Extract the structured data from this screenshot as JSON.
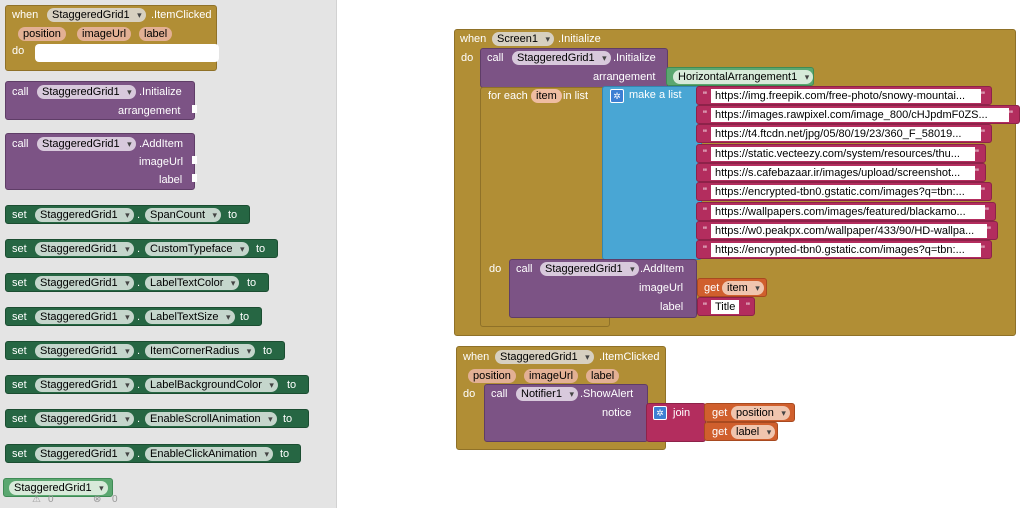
{
  "flyout": {
    "item_clicked": {
      "when": "when",
      "component": "StaggeredGrid1",
      "event": ".ItemClicked",
      "params": [
        "position",
        "imageUrl",
        "label"
      ],
      "do": "do"
    },
    "call_initialize": {
      "call": "call",
      "component": "StaggeredGrid1",
      "method": ".Initialize",
      "arg": "arrangement"
    },
    "call_additem": {
      "call": "call",
      "component": "StaggeredGrid1",
      "method": ".AddItem",
      "args": [
        "imageUrl",
        "label"
      ]
    },
    "setters": [
      {
        "set": "set",
        "component": "StaggeredGrid1",
        "property": "SpanCount",
        "to": "to"
      },
      {
        "set": "set",
        "component": "StaggeredGrid1",
        "property": "CustomTypeface",
        "to": "to"
      },
      {
        "set": "set",
        "component": "StaggeredGrid1",
        "property": "LabelTextColor",
        "to": "to"
      },
      {
        "set": "set",
        "component": "StaggeredGrid1",
        "property": "LabelTextSize",
        "to": "to"
      },
      {
        "set": "set",
        "component": "StaggeredGrid1",
        "property": "ItemCornerRadius",
        "to": "to"
      },
      {
        "set": "set",
        "component": "StaggeredGrid1",
        "property": "LabelBackgroundColor",
        "to": "to"
      },
      {
        "set": "set",
        "component": "StaggeredGrid1",
        "property": "EnableScrollAnimation",
        "to": "to"
      },
      {
        "set": "set",
        "component": "StaggeredGrid1",
        "property": "EnableClickAnimation",
        "to": "to"
      }
    ],
    "component_block": "StaggeredGrid1",
    "warnings": "0",
    "errors": "0"
  },
  "workspace": {
    "screen_init": {
      "when": "when",
      "component": "Screen1",
      "event": ".Initialize",
      "do": "do",
      "call": "call",
      "call_component": "StaggeredGrid1",
      "call_method": ".Initialize",
      "arg": "arrangement",
      "arg_value": "HorizontalArrangement1",
      "foreach": "for each",
      "var": "item",
      "in_list": "in list",
      "make_list": "make a list",
      "urls": [
        "https://img.freepik.com/free-photo/snowy-mountai...",
        "https://images.rawpixel.com/image_800/cHJpdmF0ZS...",
        "https://t4.ftcdn.net/jpg/05/80/19/23/360_F_58019...",
        "https://static.vecteezy.com/system/resources/thu...",
        "https://s.cafebazaar.ir/images/upload/screenshot...",
        "https://encrypted-tbn0.gstatic.com/images?q=tbn:...",
        "https://wallpapers.com/images/featured/blackamo...",
        "https://w0.peakpx.com/wallpaper/433/90/HD-wallpa...",
        "https://encrypted-tbn0.gstatic.com/images?q=tbn:..."
      ],
      "inner_do": "do",
      "add_call": "call",
      "add_component": "StaggeredGrid1",
      "add_method": ".AddItem",
      "add_arg1": "imageUrl",
      "get": "get",
      "get_var": "item",
      "add_arg2": "label",
      "label_value": "Title"
    },
    "item_clicked": {
      "when": "when",
      "component": "StaggeredGrid1",
      "event": ".ItemClicked",
      "params": [
        "position",
        "imageUrl",
        "label"
      ],
      "do": "do",
      "call": "call",
      "call_component": "Notifier1",
      "call_method": ".ShowAlert",
      "arg": "notice",
      "join": "join",
      "get": "get",
      "get_var1": "position",
      "get_var2": "label"
    }
  },
  "colors": {
    "event": "#b18e35",
    "method": "#7c5385",
    "setter": "#266643",
    "text": "#b32d5e",
    "variable": "#d05f2d",
    "list": "#49a6d4"
  }
}
